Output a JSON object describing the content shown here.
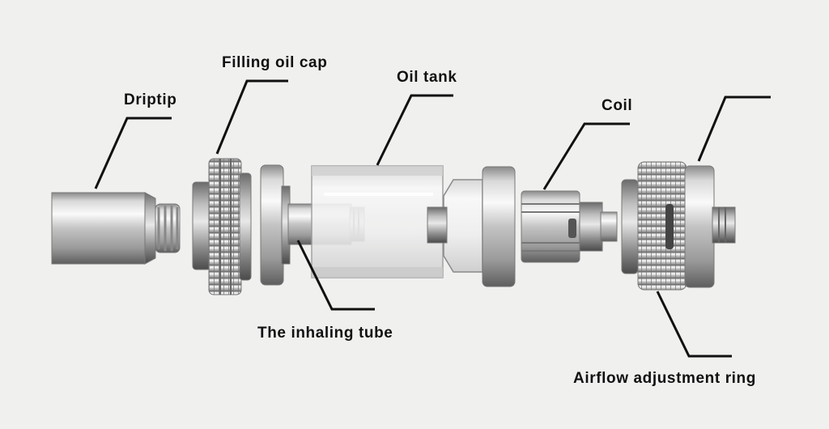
{
  "labels": {
    "driptip": "Driptip",
    "filling_oil_cap": "Filling oil cap",
    "oil_tank": "Oil tank",
    "coil": "Coil",
    "inhaling_tube": "The inhaling tube",
    "airflow_ring": "Airflow adjustment ring",
    "unlabeled_part": ""
  },
  "colors": {
    "background": "#f0f0ef",
    "leader_line": "#111111",
    "label_text": "#111111",
    "metal_light": "#f4f4f4",
    "metal_mid": "#bdbdbd",
    "metal_dark": "#6e6e6e"
  }
}
